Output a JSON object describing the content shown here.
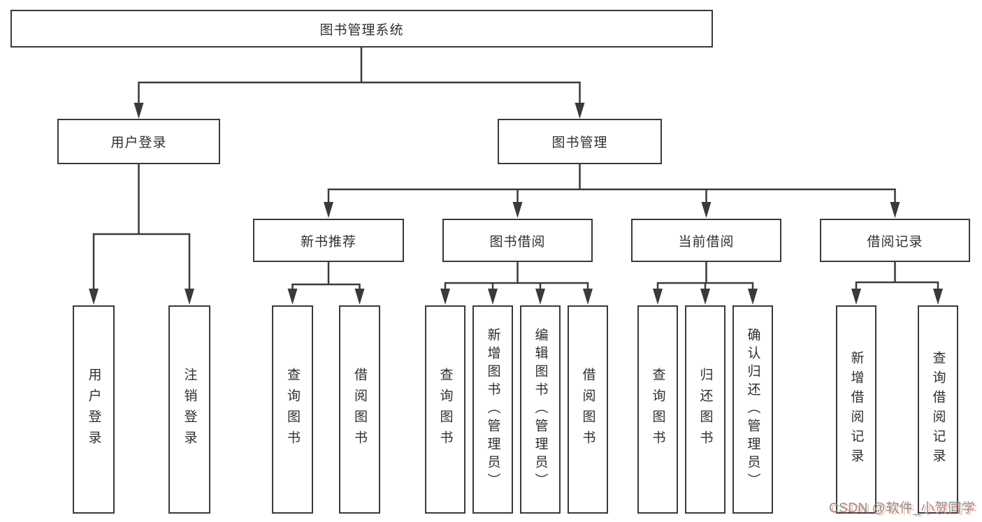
{
  "colors": {
    "line": "#3a3a3a",
    "box_border": "#3a3a3a",
    "box_background": "#ffffff",
    "text": "#2f2f2f",
    "watermark_gray": "#8f8f8f",
    "watermark_red": "#fc5531"
  },
  "tree": {
    "root": "图书管理系统",
    "branches": [
      {
        "label": "用户登录",
        "children": [
          {
            "label": "用户登录"
          },
          {
            "label": "注销登录"
          }
        ]
      },
      {
        "label": "图书管理",
        "children": [
          {
            "label": "新书推荐",
            "children": [
              {
                "label": "查询图书"
              },
              {
                "label": "借阅图书"
              }
            ]
          },
          {
            "label": "图书借阅",
            "children": [
              {
                "label": "查询图书"
              },
              {
                "label": "新增图书（管理员）"
              },
              {
                "label": "编辑图书（管理员）"
              },
              {
                "label": "借阅图书"
              }
            ]
          },
          {
            "label": "当前借阅",
            "children": [
              {
                "label": "查询图书"
              },
              {
                "label": "归还图书"
              },
              {
                "label": "确认归还（管理员）"
              }
            ]
          },
          {
            "label": "借阅记录",
            "children": [
              {
                "label": "新增借阅记录"
              },
              {
                "label": "查询借阅记录"
              }
            ]
          }
        ]
      }
    ]
  },
  "watermark": {
    "text": "CSDN @软件_小贺同学"
  }
}
